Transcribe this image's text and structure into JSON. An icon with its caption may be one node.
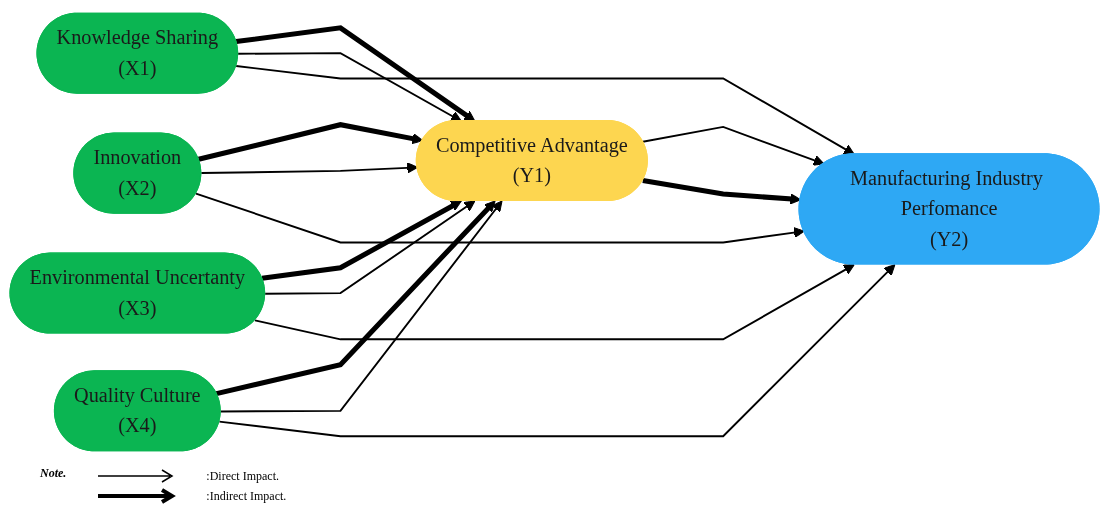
{
  "diagram": {
    "nodes": [
      {
        "text": [
          "Knowledge Sharing",
          "(X1)"
        ]
      },
      {
        "text": [
          "Innovation",
          "(X2)"
        ]
      },
      {
        "text": [
          "Environmental Uncertanty",
          "(X3)"
        ]
      },
      {
        "text": [
          "Quality Culture",
          "(X4)"
        ]
      },
      {
        "text": [
          "Competitive Advantage",
          "(Y1)"
        ]
      },
      {
        "text": [
          "Manufacturing Industry Perfomance",
          "(Y2)"
        ]
      }
    ],
    "edges": [
      {
        "from": 0,
        "to": 4,
        "arrow": "to",
        "style": "thick"
      },
      {
        "from": 0,
        "to": 4,
        "arrow": "to"
      },
      {
        "from": 1,
        "to": 4,
        "arrow": "to",
        "style": "thick"
      },
      {
        "from": 1,
        "to": 4,
        "arrow": "to"
      },
      {
        "from": 2,
        "to": 4,
        "arrow": "to",
        "style": "thick"
      },
      {
        "from": 2,
        "to": 4,
        "arrow": "to"
      },
      {
        "from": 3,
        "to": 4,
        "arrow": "to",
        "style": "thick"
      },
      {
        "from": 3,
        "to": 4,
        "arrow": "to"
      },
      {
        "from": 4,
        "to": 5,
        "arrow": "to"
      },
      {
        "from": 4,
        "to": 5,
        "arrow": "to",
        "style": "thick"
      },
      {
        "from": 0,
        "to": 5,
        "arrow": "to"
      },
      {
        "from": 1,
        "to": 5,
        "arrow": "to"
      },
      {
        "from": 2,
        "to": 5,
        "arrow": "to"
      },
      {
        "from": 3,
        "to": 5,
        "arrow": "to"
      }
    ],
    "labels": [
      "Note."
    ],
    "legend": [
      {
        "text": ":Direct Impact."
      },
      {
        "text": ":Indirect Impact."
      }
    ]
  }
}
